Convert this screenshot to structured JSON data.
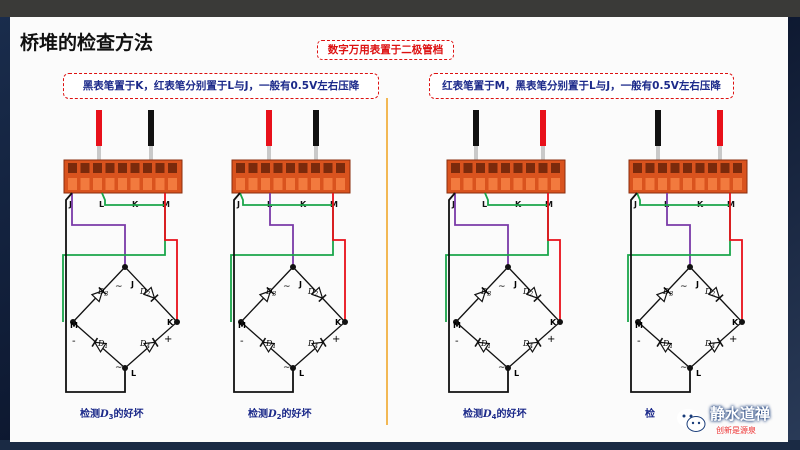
{
  "slide": {
    "title": "桥堆的检查方法",
    "meter_note": "数字万用表置于二极管档",
    "left_note": "黑表笔置于K，红表笔分别置于L与J，一般有0.5V左右压降",
    "right_note": "红表笔置于M，黑表笔分别置于L与J，一般有0.5V左右压降"
  },
  "terminal_labels": [
    "J",
    "L",
    "K",
    "M"
  ],
  "node_labels": {
    "top": "J",
    "bottom": "L",
    "left": "M",
    "right": "K",
    "ac_top": "~",
    "ac_bottom": "~",
    "minus": "-",
    "plus": "+"
  },
  "diode_labels": [
    "D",
    "D",
    "D",
    "D"
  ],
  "diode_subscripts": [
    "3",
    "2",
    "1",
    "4"
  ],
  "panels": [
    {
      "caption_prefix": "检测",
      "caption_var": "D",
      "caption_sub": "3",
      "caption_suffix": "的好坏"
    },
    {
      "caption_prefix": "检测",
      "caption_var": "D",
      "caption_sub": "2",
      "caption_suffix": "的好坏"
    },
    {
      "caption_prefix": "检测",
      "caption_var": "D",
      "caption_sub": "4",
      "caption_suffix": "的好坏"
    },
    {
      "caption_prefix": "检",
      "caption_var": "",
      "caption_sub": "",
      "caption_suffix": ""
    }
  ],
  "watermark": {
    "name": "静水道禅",
    "sub": "创新是源泉"
  },
  "colors": {
    "red_probe": "#e8101a",
    "black_probe": "#111111",
    "terminal_block": "#d9531e",
    "wire_purple": "#7a3aa8",
    "wire_green": "#1aa64a",
    "wire_red": "#e8101a",
    "divider": "#f0a21c",
    "note_border": "#dd1111",
    "note_text": "#1c2a8a"
  }
}
